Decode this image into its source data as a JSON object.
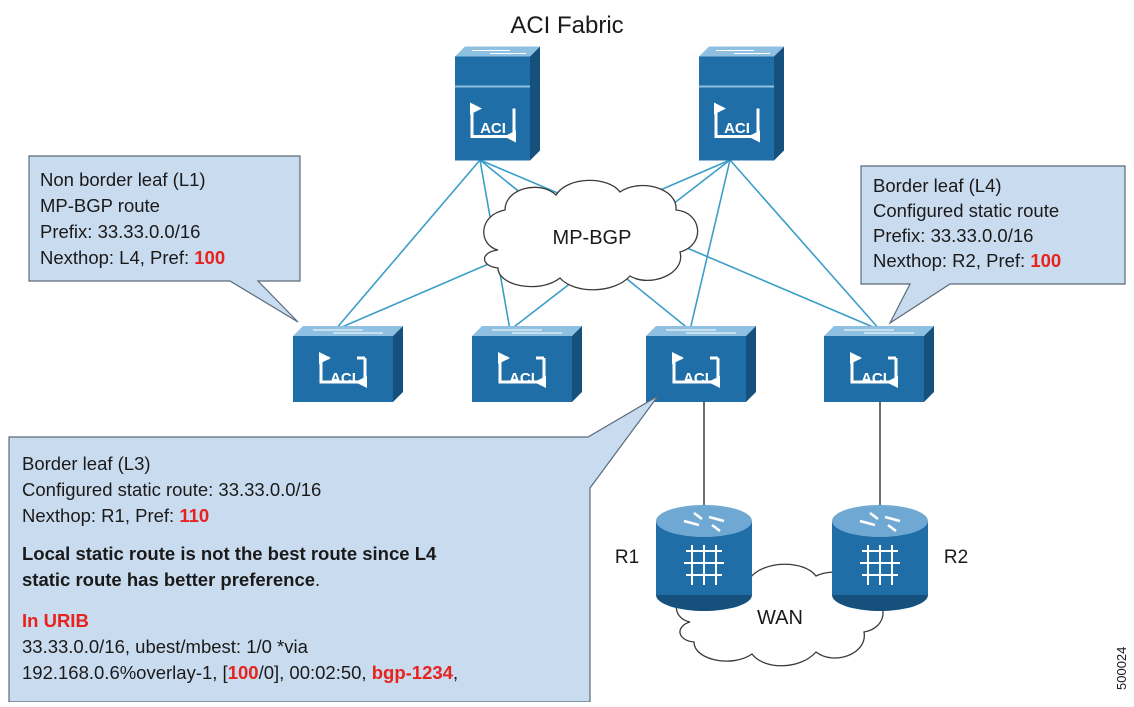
{
  "title": "ACI Fabric",
  "cloud_core": "MP-BGP",
  "cloud_wan": "WAN",
  "switch_label": "ACI",
  "routers": [
    "R1",
    "R2"
  ],
  "figure_id": "500024",
  "callout_l1": {
    "line1": "Non border leaf (L1)",
    "line2": "MP-BGP route",
    "line3": "Prefix: 33.33.0.0/16",
    "line4_prefix": "Nexthop: L4, Pref: ",
    "line4_value": "100"
  },
  "callout_l4": {
    "line1": "Border leaf (L4)",
    "line2": "Configured static route",
    "line3": "Prefix: 33.33.0.0/16",
    "line4_prefix": "Nexthop: R2, Pref: ",
    "line4_value": "100"
  },
  "callout_l3": {
    "line1": "Border leaf (L3)",
    "line2": "Configured static route: 33.33.0.0/16",
    "line3_prefix": "Nexthop: R1, Pref: ",
    "line3_value": "110",
    "bold1": "Local static route is not the best route since L4",
    "bold2_bold": "static route has better preference",
    "bold2_rest": ".",
    "urib_heading": "In URIB",
    "urib_line1": "33.33.0.0/16, ubest/mbest: 1/0 *via",
    "urib_line2_a": "192.168.0.6%overlay-1, [",
    "urib_line2_b": "100",
    "urib_line2_c": "/0], 00:02:50, ",
    "urib_line2_d": "bgp-1234",
    "urib_line2_e": ","
  },
  "colors": {
    "switch_top": "#6fa9d3",
    "switch_front": "#1f6ea8",
    "callout_fill": "#c9dbef",
    "callout_stroke": "#5a6a7a",
    "link": "#3a9ec8",
    "highlight": "#e8231e"
  }
}
